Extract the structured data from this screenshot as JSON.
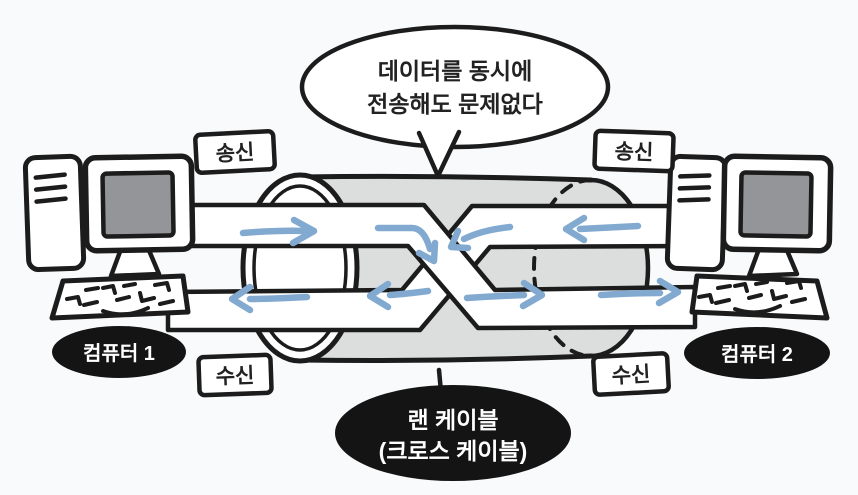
{
  "title": "lan-cross-cable-diagram",
  "speech_bubble": {
    "line1": "데이터를 동시에",
    "line2": "전송해도 문제없다"
  },
  "labels": {
    "send_left": "송신",
    "send_right": "송신",
    "receive_left": "수신",
    "receive_right": "수신"
  },
  "computers": {
    "left_label": "컴퓨터 1",
    "right_label": "컴퓨터 2"
  },
  "cable_label": {
    "line1": "랜 케이블",
    "line2": "(크로스 케이블)"
  },
  "colors": {
    "background": "#f9fafb",
    "line_ink": "#1c1c1c",
    "cylinder_gray": "#dcdddd",
    "screen_gray": "#939599",
    "arrow_blue": "#82aad0",
    "oval_black": "#141414",
    "oval_text": "#ffffff"
  },
  "icons": {
    "computer_left": "desktop-computer-icon",
    "computer_right": "desktop-computer-icon",
    "cable": "cylinder-cross-cable-icon",
    "flow_arrows": "blue-direction-arrows"
  }
}
